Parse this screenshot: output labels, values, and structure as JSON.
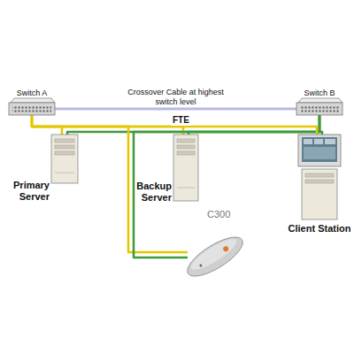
{
  "diagram": {
    "nodes": [
      {
        "text": [
          "Switch A"
        ]
      },
      {
        "text": [
          "Switch B"
        ]
      },
      {
        "text": [
          "Primary Server"
        ]
      },
      {
        "text": [
          "Backup Server"
        ]
      },
      {
        "text": [
          "C300"
        ]
      },
      {
        "text": [
          "Client Station"
        ]
      }
    ],
    "edges": [
      {
        "from": 0,
        "to": 1,
        "arrow": "none",
        "label": "Crossover Cable at highest switch level"
      },
      {
        "from": 0,
        "to": 2,
        "arrow": "none"
      },
      {
        "from": 1,
        "to": 2,
        "arrow": "none"
      },
      {
        "from": 0,
        "to": 3,
        "arrow": "none"
      },
      {
        "from": 1,
        "to": 3,
        "arrow": "none"
      },
      {
        "from": 0,
        "to": 4,
        "arrow": "none"
      },
      {
        "from": 1,
        "to": 4,
        "arrow": "none"
      },
      {
        "from": 0,
        "to": 5,
        "arrow": "none"
      },
      {
        "from": 1,
        "to": 5,
        "arrow": "none"
      }
    ],
    "labels": [
      "FTE"
    ]
  }
}
